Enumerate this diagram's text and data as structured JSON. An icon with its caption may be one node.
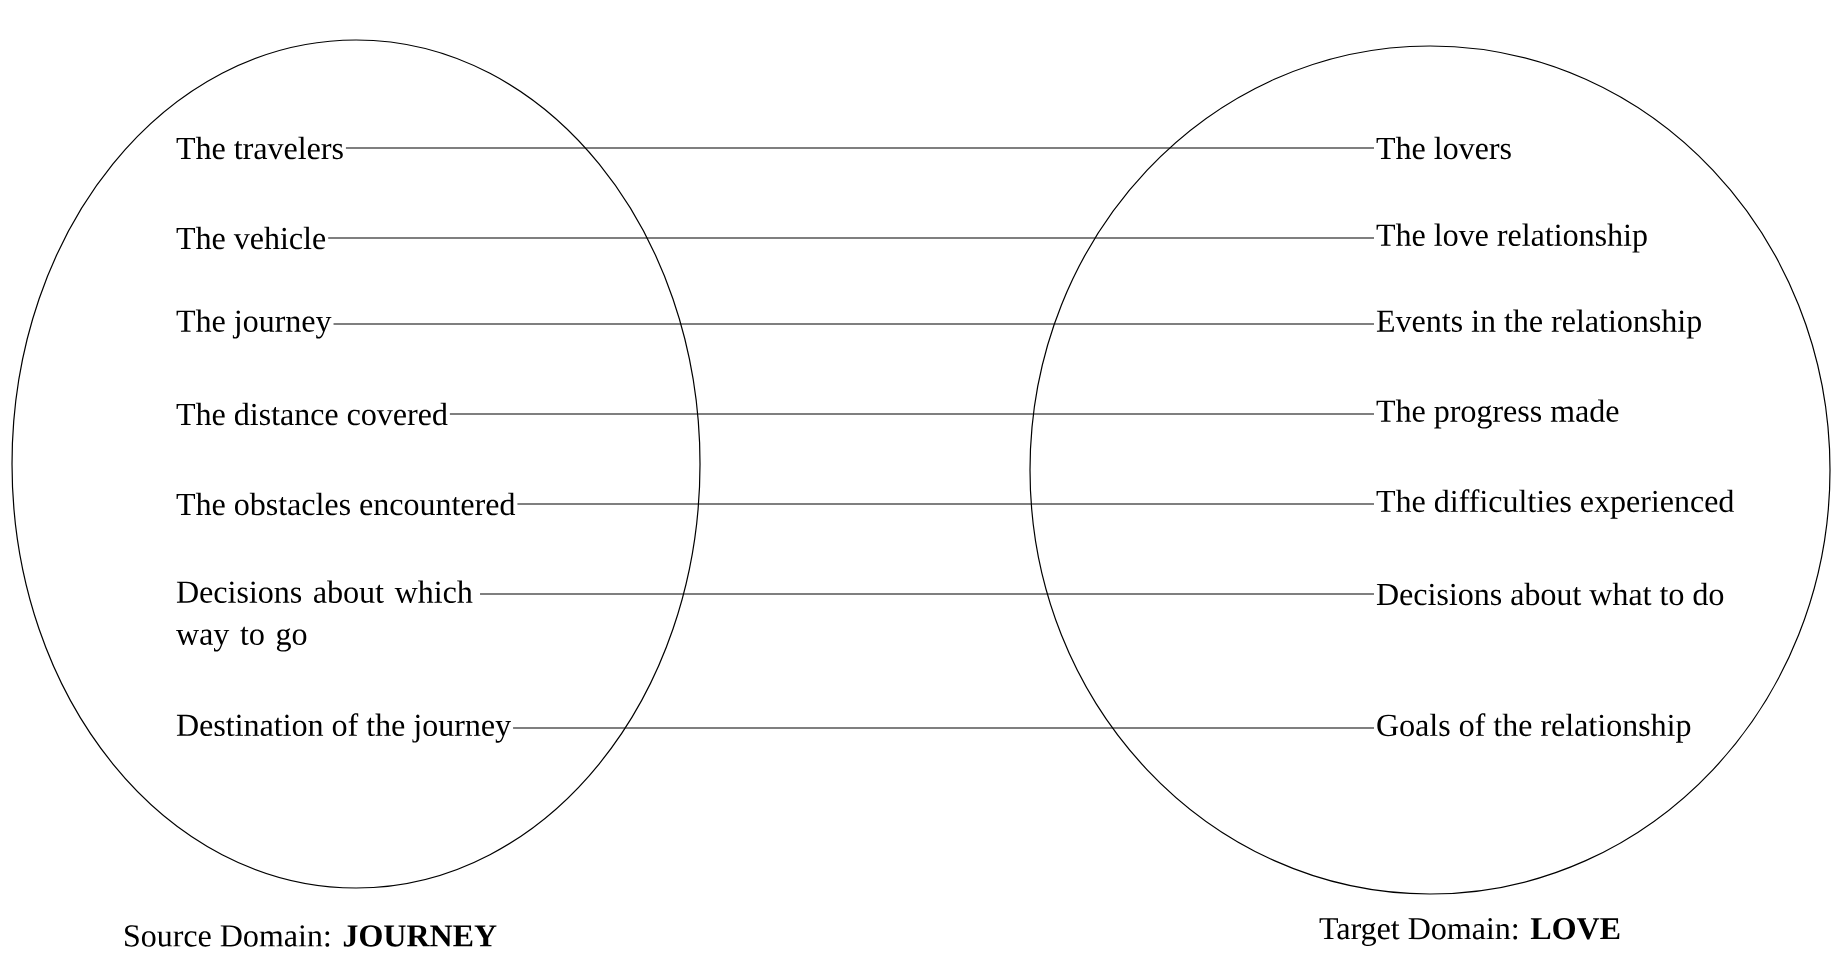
{
  "diagram": {
    "nodes": [
      {
        "text": [
          "Source Domain: **JOURNEY**"
        ]
      },
      {
        "text": [
          "The travelers"
        ],
        "in": 0
      },
      {
        "text": [
          "The vehicle"
        ],
        "in": 0
      },
      {
        "text": [
          "The journey"
        ],
        "in": 0
      },
      {
        "text": [
          "The distance covered"
        ],
        "in": 0
      },
      {
        "text": [
          "The obstacles encountered"
        ],
        "in": 0
      },
      {
        "text": [
          "Decisions about which way to go"
        ],
        "in": 0
      },
      {
        "text": [
          "Destination of the journey"
        ],
        "in": 0
      },
      {
        "text": [
          "Target Domain: **LOVE**"
        ]
      },
      {
        "text": [
          "The lovers"
        ],
        "in": 8
      },
      {
        "text": [
          "The love relationship"
        ],
        "in": 8
      },
      {
        "text": [
          "Events in the relationship"
        ],
        "in": 8
      },
      {
        "text": [
          "The progress made"
        ],
        "in": 8
      },
      {
        "text": [
          "The difficulties experienced"
        ],
        "in": 8
      },
      {
        "text": [
          "Decisions about what to do"
        ],
        "in": 8
      },
      {
        "text": [
          "Goals of the relationship"
        ],
        "in": 8
      }
    ],
    "edges": [
      {
        "from": 1,
        "to": 9,
        "arrow": "none"
      },
      {
        "from": 2,
        "to": 10,
        "arrow": "none"
      },
      {
        "from": 3,
        "to": 11,
        "arrow": "none"
      },
      {
        "from": 4,
        "to": 12,
        "arrow": "none"
      },
      {
        "from": 5,
        "to": 13,
        "arrow": "none"
      },
      {
        "from": 6,
        "to": 14,
        "arrow": "none"
      },
      {
        "from": 7,
        "to": 15,
        "arrow": "none"
      }
    ]
  }
}
